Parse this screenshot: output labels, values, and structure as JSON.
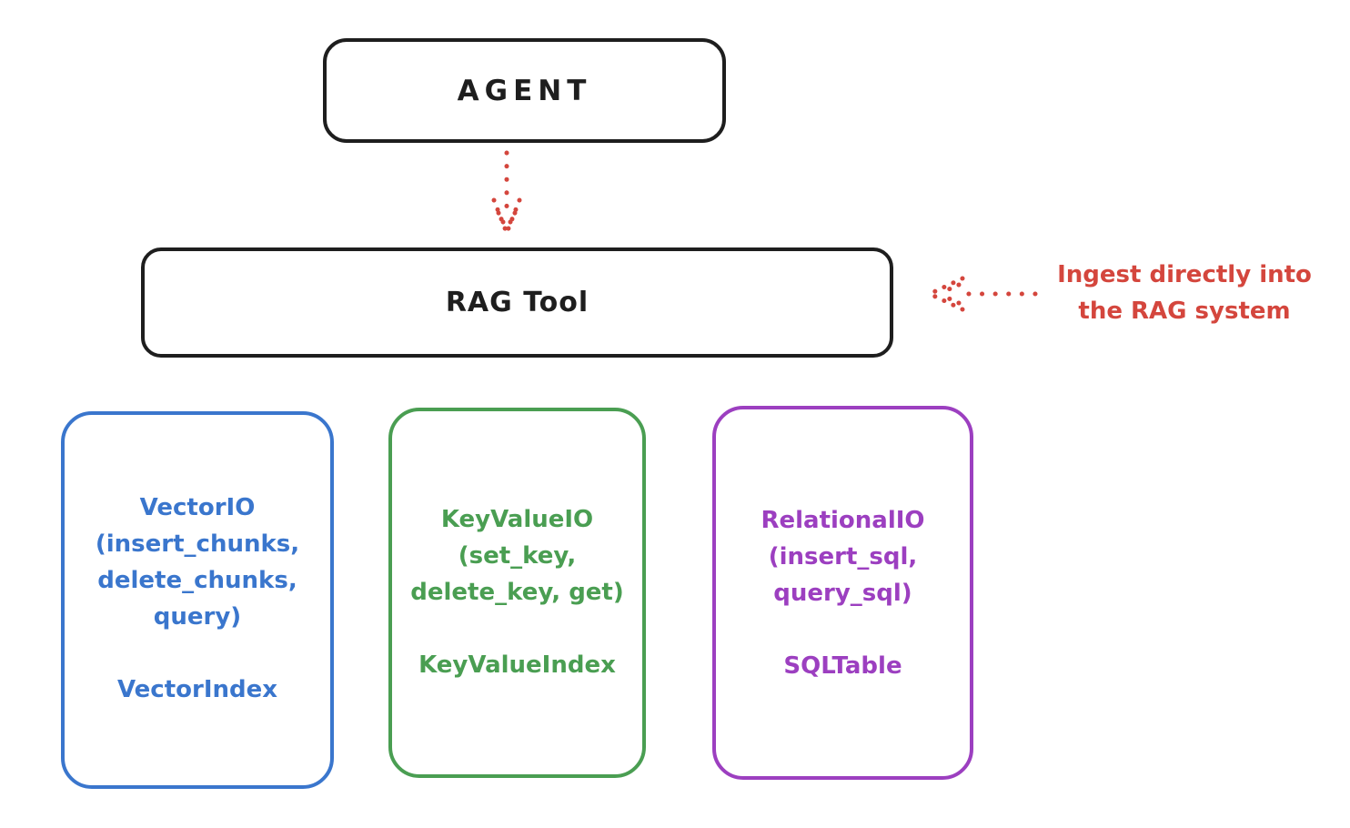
{
  "colors": {
    "ink": "#1e1e1e",
    "red": "#d4463d",
    "blue": "#3a76cd",
    "green": "#4a9e52",
    "purple": "#9c3fc0",
    "background": "#ffffff"
  },
  "nodes": {
    "agent": {
      "label": "AGENT"
    },
    "rag_tool": {
      "label": "RAG Tool"
    }
  },
  "annotation": {
    "line1": "Ingest directly into",
    "line2": "the RAG system"
  },
  "storage_boxes": [
    {
      "id": "vector-io",
      "line1": "VectorIO",
      "line2": "(insert_chunks,",
      "line3": "delete_chunks,",
      "line4": "query)",
      "index": "VectorIndex"
    },
    {
      "id": "key-value-io",
      "line1": "KeyValueIO",
      "line2": "(set_key,",
      "line3": "delete_key, get)",
      "index": "KeyValueIndex"
    },
    {
      "id": "relational-io",
      "line1": "RelationalIO",
      "line2": "(insert_sql,",
      "line3": "query_sql)",
      "index": "SQLTable"
    }
  ],
  "arrows": [
    {
      "id": "agent-to-rag-tool",
      "style": "dotted",
      "color": "red",
      "direction": "down"
    },
    {
      "id": "ingest-into-rag",
      "style": "dotted",
      "color": "red",
      "direction": "left"
    }
  ]
}
